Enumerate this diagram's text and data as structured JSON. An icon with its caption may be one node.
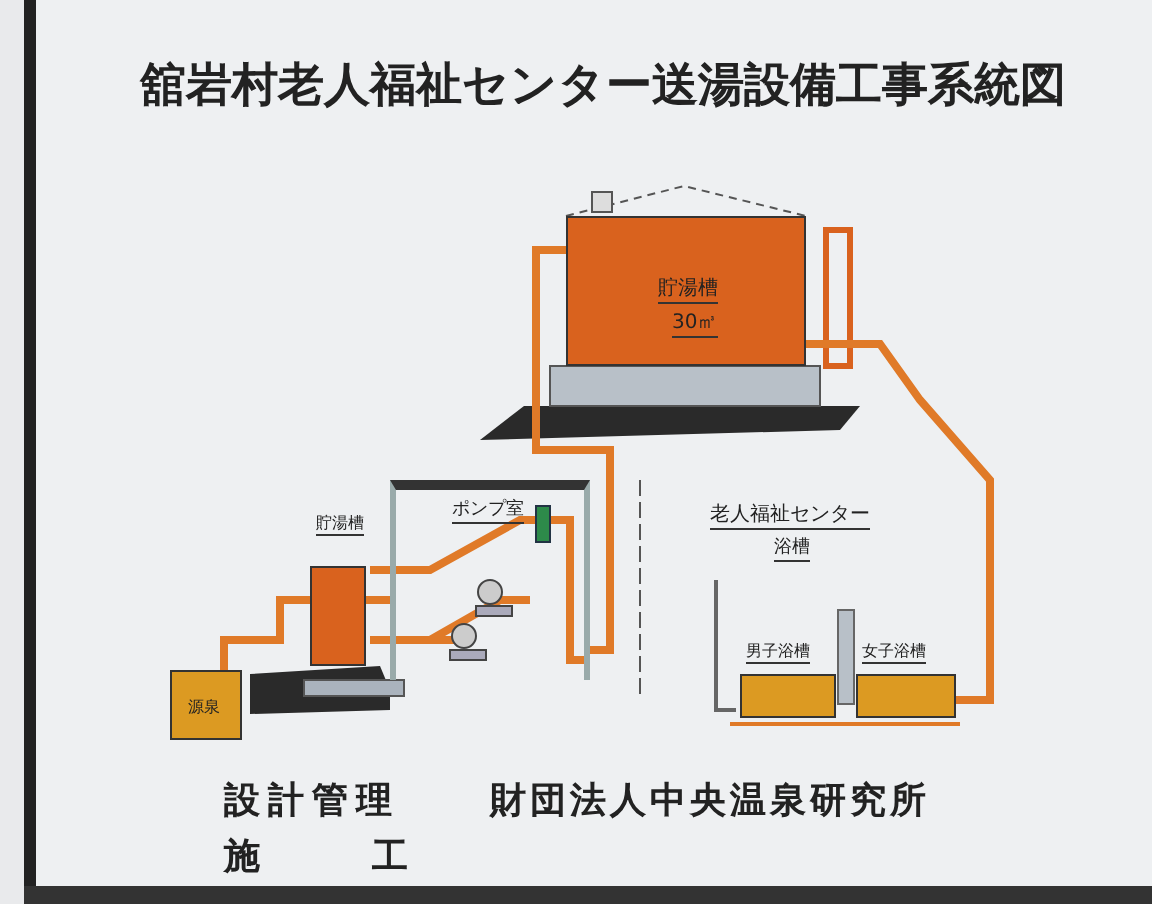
{
  "diagram": {
    "title": "舘岩村老人福祉センター送湯設備工事系統図",
    "nodes": [
      {
        "text": [
          "貯湯槽",
          "30㎥"
        ]
      },
      {
        "text": [
          "ポンプ室"
        ]
      },
      {
        "text": [
          "貯湯槽"
        ]
      },
      {
        "text": [
          "源泉"
        ]
      },
      {
        "text": [
          "老人福祉センター",
          "浴槽"
        ]
      },
      {
        "text": [
          "男子浴槽"
        ]
      },
      {
        "text": [
          "女子浴槽"
        ]
      }
    ],
    "edges": [
      {
        "from": 3,
        "to": 2,
        "arrow": "none"
      },
      {
        "from": 2,
        "to": 1,
        "arrow": "none"
      },
      {
        "from": 1,
        "to": 0,
        "arrow": "none"
      },
      {
        "from": 0,
        "to": 6,
        "arrow": "none"
      }
    ],
    "labels": [
      "設計管理",
      "財団法人中央温泉研究所",
      "施工"
    ]
  }
}
